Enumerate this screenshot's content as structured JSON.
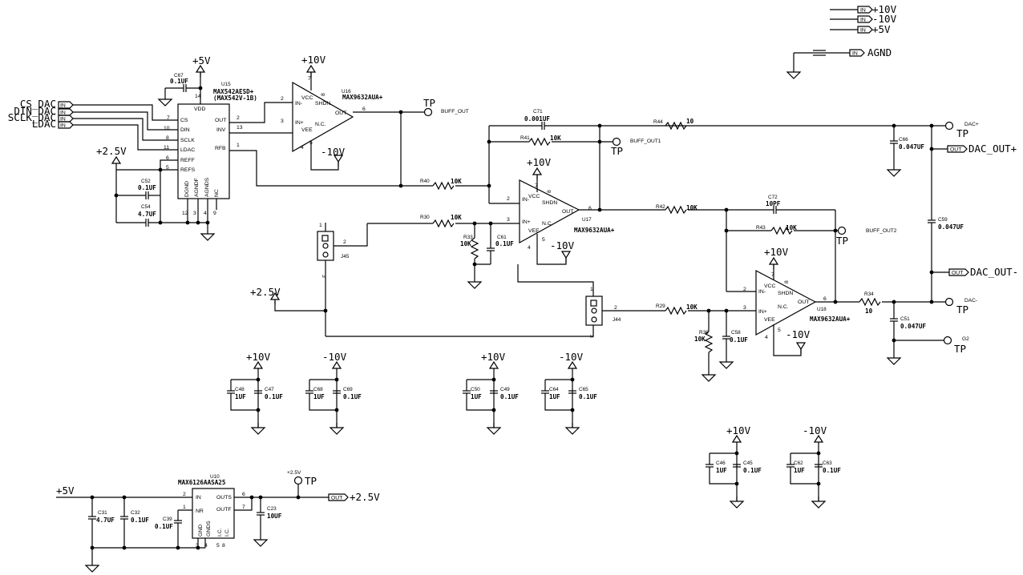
{
  "ports": {
    "in": "IN",
    "out": "OUT",
    "rails": [
      "+10V",
      "-10V",
      "+5V"
    ],
    "agnd": "AGND",
    "cs_dac": "CS_DAC",
    "din_dac": "DIN_DAC",
    "sclk_dac": "SCLK_DAC",
    "ldac": "LDAC",
    "dac_out_p": "DAC_OUT+",
    "dac_out_n": "DAC_OUT-",
    "ref_out": "+2.5V"
  },
  "power": {
    "p5": "+5V",
    "p10": "+10V",
    "n10": "-10V",
    "p2v5": "+2.5V",
    "p2v5_small": "+2.5V"
  },
  "testpoints": {
    "tp": "TP",
    "buff_out": "BUFF_OUT",
    "buff_out1": "BUFF_OUT1",
    "buff_out2": "BUFF_OUT2",
    "dac_p": "DAC+",
    "dac_n": "DAC-",
    "g2": "G2"
  },
  "u15": {
    "ref": "U15",
    "part": "MAX542AESD+",
    "alt": "(MAX542V-1B)",
    "pins_left": [
      "CS",
      "DIN",
      "SCLK",
      "LDAC",
      "REFF",
      "REFS"
    ],
    "pins_left_nums": [
      "7",
      "10",
      "8",
      "11",
      "6",
      "5"
    ],
    "pins_right": [
      "OUT",
      "INV",
      "RFB"
    ],
    "pins_right_nums": [
      "2",
      "13",
      "1"
    ],
    "vdd": "VDD",
    "vdd_num": "14",
    "bottom": [
      "DGND",
      "AGNDF",
      "AGNDS",
      "NC"
    ],
    "bottom_nums": [
      "12",
      "3",
      "4",
      "9"
    ]
  },
  "opamp": {
    "part": "MAX9632AUA+",
    "vcc": "VCC",
    "vee": "VEE",
    "shdn": "SHDN",
    "out": "OUT",
    "nc": "N.C.",
    "inm": "IN-",
    "inp": "IN+",
    "u16": "U16",
    "u17": "U17",
    "u18": "U18",
    "n2": "2",
    "n3": "3",
    "n4": "4",
    "n5": "5",
    "n6": "6",
    "n7": "7",
    "n8": "8"
  },
  "u10": {
    "ref": "U10",
    "part": "MAX6126AASA25",
    "in": "IN",
    "nr": "NR",
    "outs": "OUTS",
    "outf": "OUTF",
    "gnd": "GND",
    "gnds": "GNDS",
    "ic1": "I.C.",
    "ic2": "I.C.",
    "n1": "1",
    "n2": "2",
    "n3": "3",
    "n4": "4",
    "n5": "5",
    "n6": "6",
    "n7": "7",
    "n8": "8"
  },
  "jumpers": {
    "j45": "J45",
    "j44": "J44",
    "n1": "1",
    "n2": "2",
    "n3": "3"
  },
  "resistors": {
    "r40": "R40",
    "r40v": "10K",
    "r41": "R41",
    "r41v": "10K",
    "r44": "R44",
    "r44v": "10",
    "r30": "R30",
    "r30v": "10K",
    "r33": "R33",
    "r33v": "10K",
    "r42": "R42",
    "r42v": "10K",
    "r43": "R43",
    "r43v": "10K",
    "r29": "R29",
    "r29v": "10K",
    "r36": "R36",
    "r36v": "10K",
    "r34": "R34",
    "r34v": "10"
  },
  "capacitors": {
    "c67": "C67",
    "c67v": "0.1UF",
    "c52": "C52",
    "c52v": "0.1UF",
    "c54": "C54",
    "c54v": "4.7UF",
    "c71": "C71",
    "c71v": "0.001UF",
    "c61": "C61",
    "c61v": "0.1UF",
    "c66": "C66",
    "c66v": "0.047UF",
    "c72": "C72",
    "c72v": "10PF",
    "c59": "C59",
    "c59v": "0.047UF",
    "c58": "C58",
    "c58v": "0.1UF",
    "c51": "C51",
    "c51v": "0.047UF",
    "c48": "C48",
    "c48v": "1UF",
    "c47": "C47",
    "c47v": "0.1UF",
    "c68": "C68",
    "c68v": "1UF",
    "c69": "C69",
    "c69v": "0.1UF",
    "c50": "C50",
    "c50v": "1UF",
    "c49": "C49",
    "c49v": "0.1UF",
    "c64": "C64",
    "c64v": "1UF",
    "c65": "C65",
    "c65v": "0.1UF",
    "c46": "C46",
    "c46v": "1UF",
    "c45": "C45",
    "c45v": "0.1UF",
    "c62": "C62",
    "c62v": "1UF",
    "c63": "C63",
    "c63v": "0.1UF",
    "c31": "C31",
    "c31v": "4.7UF",
    "c32": "C32",
    "c32v": "0.1UF",
    "c39": "C39",
    "c39v": "0.1UF",
    "c23": "C23",
    "c23v": "10UF"
  }
}
